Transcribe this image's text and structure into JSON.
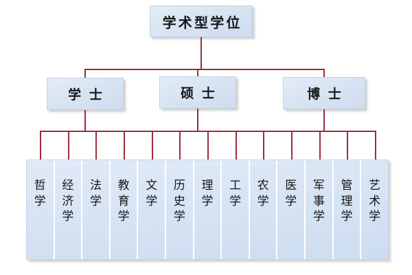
{
  "diagram": {
    "type": "org-tree",
    "title_node": {
      "label": "学术型学位"
    },
    "accent_color": "#9e2a3c",
    "node_fill_color": "#d6e3f2",
    "node_border_color": "#c2d2e6",
    "background_color": "#ffffff",
    "degree_levels": [
      {
        "label": "学士"
      },
      {
        "label": "硕士"
      },
      {
        "label": "博士"
      }
    ],
    "disciplines": [
      {
        "label": "哲学"
      },
      {
        "label": "经济学"
      },
      {
        "label": "法学"
      },
      {
        "label": "教育学"
      },
      {
        "label": "文学"
      },
      {
        "label": "历史学"
      },
      {
        "label": "理学"
      },
      {
        "label": "工学"
      },
      {
        "label": "农学"
      },
      {
        "label": "医学"
      },
      {
        "label": "军事学"
      },
      {
        "label": "管理学"
      },
      {
        "label": "艺术学"
      }
    ]
  }
}
